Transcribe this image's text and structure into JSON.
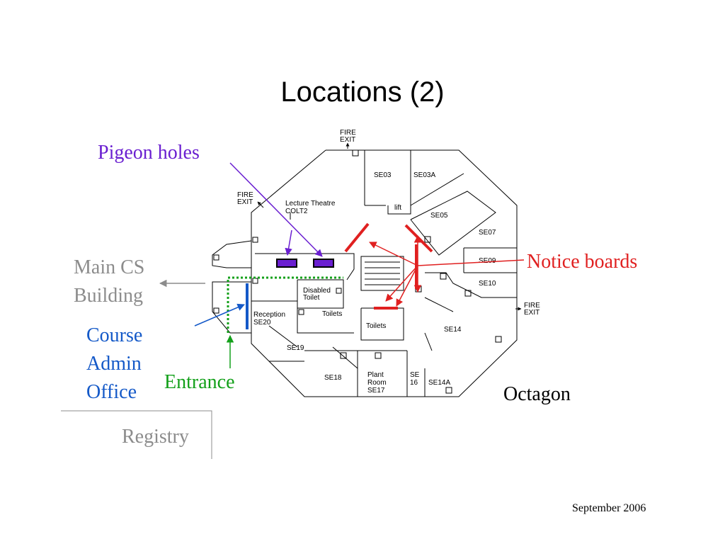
{
  "slide": {
    "title": "Locations (2)",
    "footer": "September 2006"
  },
  "labels": {
    "pigeon_holes": "Pigeon holes",
    "notice_boards": "Notice boards",
    "main_cs_line1": "Main CS",
    "main_cs_line2": "Building",
    "course_line1": "Course",
    "course_line2": "Admin",
    "course_line3": "Office",
    "entrance": "Entrance",
    "octagon": "Octagon",
    "registry": "Registry"
  },
  "plan": {
    "fire_exit_line1": "FIRE",
    "fire_exit_line2": "EXIT",
    "lecture_theatre_line1": "Lecture Theatre",
    "lecture_theatre_line2": "COLT2",
    "lift": "lift",
    "disabled_toilet_line1": "Disabled",
    "disabled_toilet_line2": "Toilet",
    "toilets": "Toilets",
    "reception_line1": "Reception",
    "reception_line2": "SE20",
    "plant_room_line1": "Plant",
    "plant_room_line2": "Room",
    "plant_room_line3": "SE17",
    "se16_line1": "SE",
    "se16_line2": "16",
    "rooms": {
      "se03": "SE03",
      "se03a": "SE03A",
      "se05": "SE05",
      "se07": "SE07",
      "se09": "SE09",
      "se10": "SE10",
      "se14": "SE14",
      "se14a": "SE14A",
      "se18": "SE18",
      "se19": "SE19"
    }
  },
  "colors": {
    "pigeon": "#6a1fd0",
    "notice": "#e02020",
    "main_cs": "#8c8c8c",
    "course_admin": "#1459c8",
    "entrance": "#13a01a"
  }
}
